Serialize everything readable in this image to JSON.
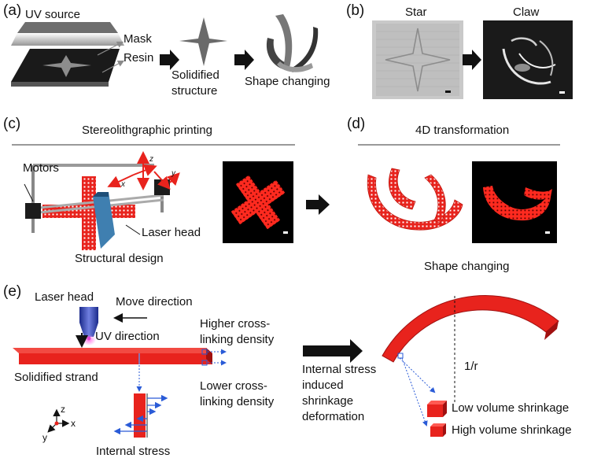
{
  "panels": {
    "a": {
      "label": "(a)",
      "uv_source": "UV source",
      "mask": "Mask",
      "resin": "Resin",
      "solidified": "Solidified\nstructure",
      "shape_changing": "Shape changing"
    },
    "b": {
      "label": "(b)",
      "star": "Star",
      "claw": "Claw"
    },
    "c": {
      "label": "(c)",
      "title": "Stereolithgraphic printing",
      "motors": "Motors",
      "laser_head": "Laser head",
      "structural_design": "Structural design",
      "axis_z": "z",
      "axis_y": "y",
      "axis_x": "x"
    },
    "d": {
      "label": "(d)",
      "title": "4D transformation",
      "shape_changing": "Shape changing"
    },
    "e": {
      "label": "(e)",
      "laser_head": "Laser head",
      "move_direction": "Move direction",
      "uv_direction": "UV direction",
      "higher_density": "Higher cross-\nlinking density",
      "lower_density": "Lower cross-\nlinking density",
      "solidified_strand": "Solidified strand",
      "internal_stress_label": "Internal stress\ninduced\nshrinkage\ndeformation",
      "internal_stress": "Internal stress",
      "radius": "1/r",
      "low_shrinkage": "Low volume shrinkage",
      "high_shrinkage": "High volume shrinkage",
      "axis_z": "z",
      "axis_x": "x",
      "axis_y": "y"
    }
  },
  "colors": {
    "red": "#e8231d",
    "dark_red": "#b01410",
    "black": "#111111",
    "blue_dotted": "#2a5bd7",
    "photo_bg": "#000000",
    "laser_body": "#2b3a9e",
    "laser_tip": "#e14bd0"
  }
}
